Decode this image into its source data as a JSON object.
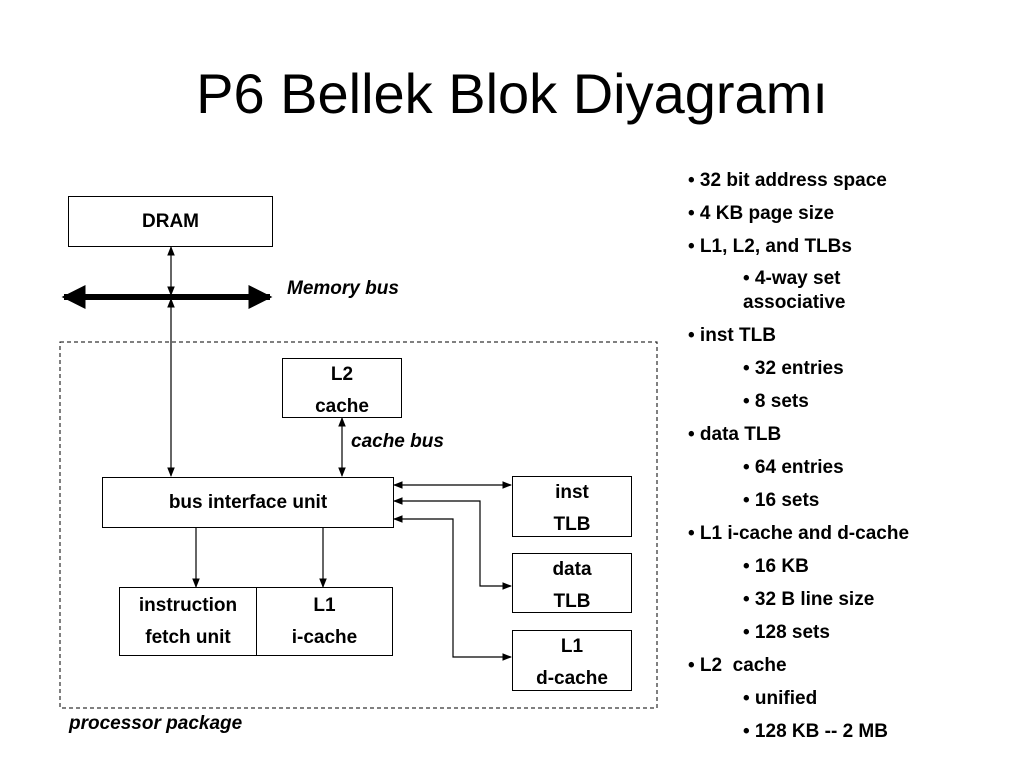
{
  "title": "P6 Bellek Blok Diyagramı",
  "diagram": {
    "dram": "DRAM",
    "memory_bus": "Memory bus",
    "l2_cache": [
      "L2",
      "cache"
    ],
    "cache_bus": "cache bus",
    "bus_interface_unit": "bus interface unit",
    "inst_tlb": [
      "inst",
      "TLB"
    ],
    "data_tlb": [
      "data",
      "TLB"
    ],
    "l1_dcache": [
      "L1",
      "d-cache"
    ],
    "instruction_fetch_unit": [
      "instruction",
      "fetch unit"
    ],
    "l1_icache": [
      "L1",
      "i-cache"
    ],
    "processor_package": "processor package"
  },
  "bullets": [
    {
      "text": "• 32 bit address space",
      "level": 1
    },
    {
      "text": "• 4 KB page size",
      "level": 1
    },
    {
      "text": "• L1, L2, and TLBs",
      "level": 1
    },
    {
      "text": "• 4-way set associative",
      "level": 2
    },
    {
      "text": "• inst TLB",
      "level": 1
    },
    {
      "text": "• 32 entries",
      "level": 2
    },
    {
      "text": "• 8 sets",
      "level": 2
    },
    {
      "text": "• data TLB",
      "level": 1
    },
    {
      "text": "• 64 entries",
      "level": 2
    },
    {
      "text": "• 16 sets",
      "level": 2
    },
    {
      "text": "• L1 i-cache and d-cache",
      "level": 1
    },
    {
      "text": "• 16 KB",
      "level": 2
    },
    {
      "text": "• 32 B line size",
      "level": 2
    },
    {
      "text": "• 128 sets",
      "level": 2
    },
    {
      "text": "• L2  cache",
      "level": 1
    },
    {
      "text": "• unified",
      "level": 2
    },
    {
      "text": "• 128 KB -- 2 MB",
      "level": 2
    }
  ]
}
